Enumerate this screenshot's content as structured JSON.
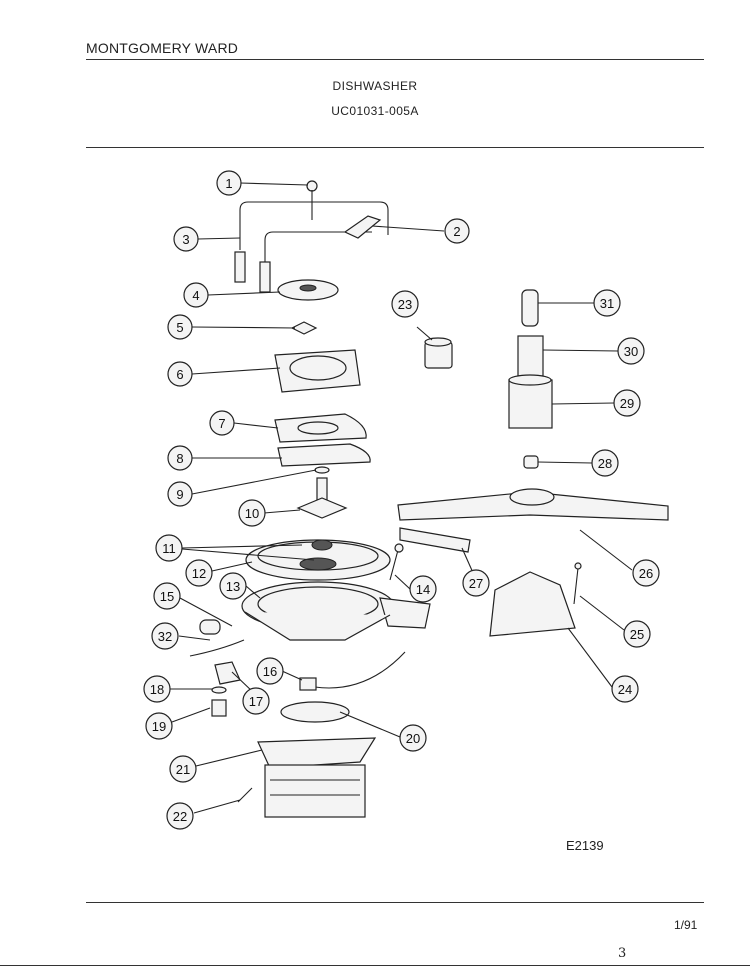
{
  "header": {
    "brand": "MONTGOMERY WARD",
    "appliance": "DISHWASHER",
    "model": "UC01031-005A"
  },
  "diagram": {
    "callouts": [
      "1",
      "2",
      "3",
      "4",
      "5",
      "6",
      "7",
      "8",
      "9",
      "10",
      "11",
      "12",
      "13",
      "14",
      "15",
      "16",
      "17",
      "18",
      "19",
      "20",
      "21",
      "22",
      "23",
      "24",
      "25",
      "26",
      "27",
      "28",
      "29",
      "30",
      "31",
      "32"
    ]
  },
  "footer": {
    "figure_code": "E2139",
    "page_date": "1/91",
    "page_mark": "3"
  }
}
